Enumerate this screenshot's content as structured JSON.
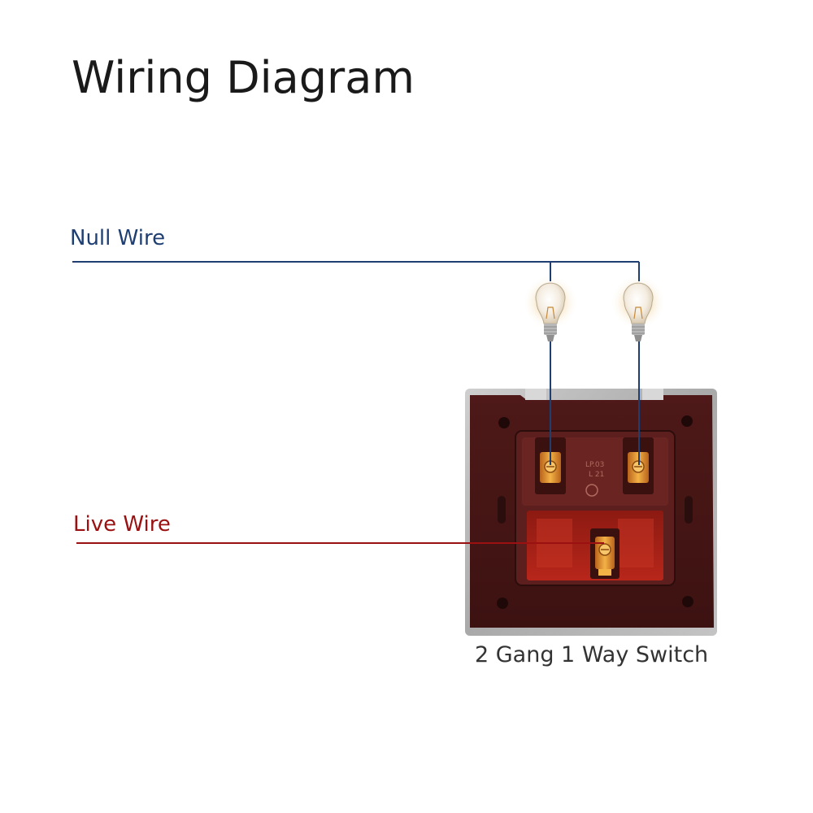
{
  "title": "Wiring Diagram",
  "null_wire": {
    "label": "Null Wire",
    "color": "#1f3f73"
  },
  "live_wire": {
    "label": "Live Wire",
    "color": "#9b1010"
  },
  "switch": {
    "caption": "2 Gang 1 Way Switch"
  },
  "icons": [
    "light-bulb-icon",
    "light-bulb-icon",
    "switch-module"
  ],
  "colors": {
    "plate": "#b9b9b9",
    "base": "#5a1e1c",
    "terminal": "#e79a2a"
  }
}
